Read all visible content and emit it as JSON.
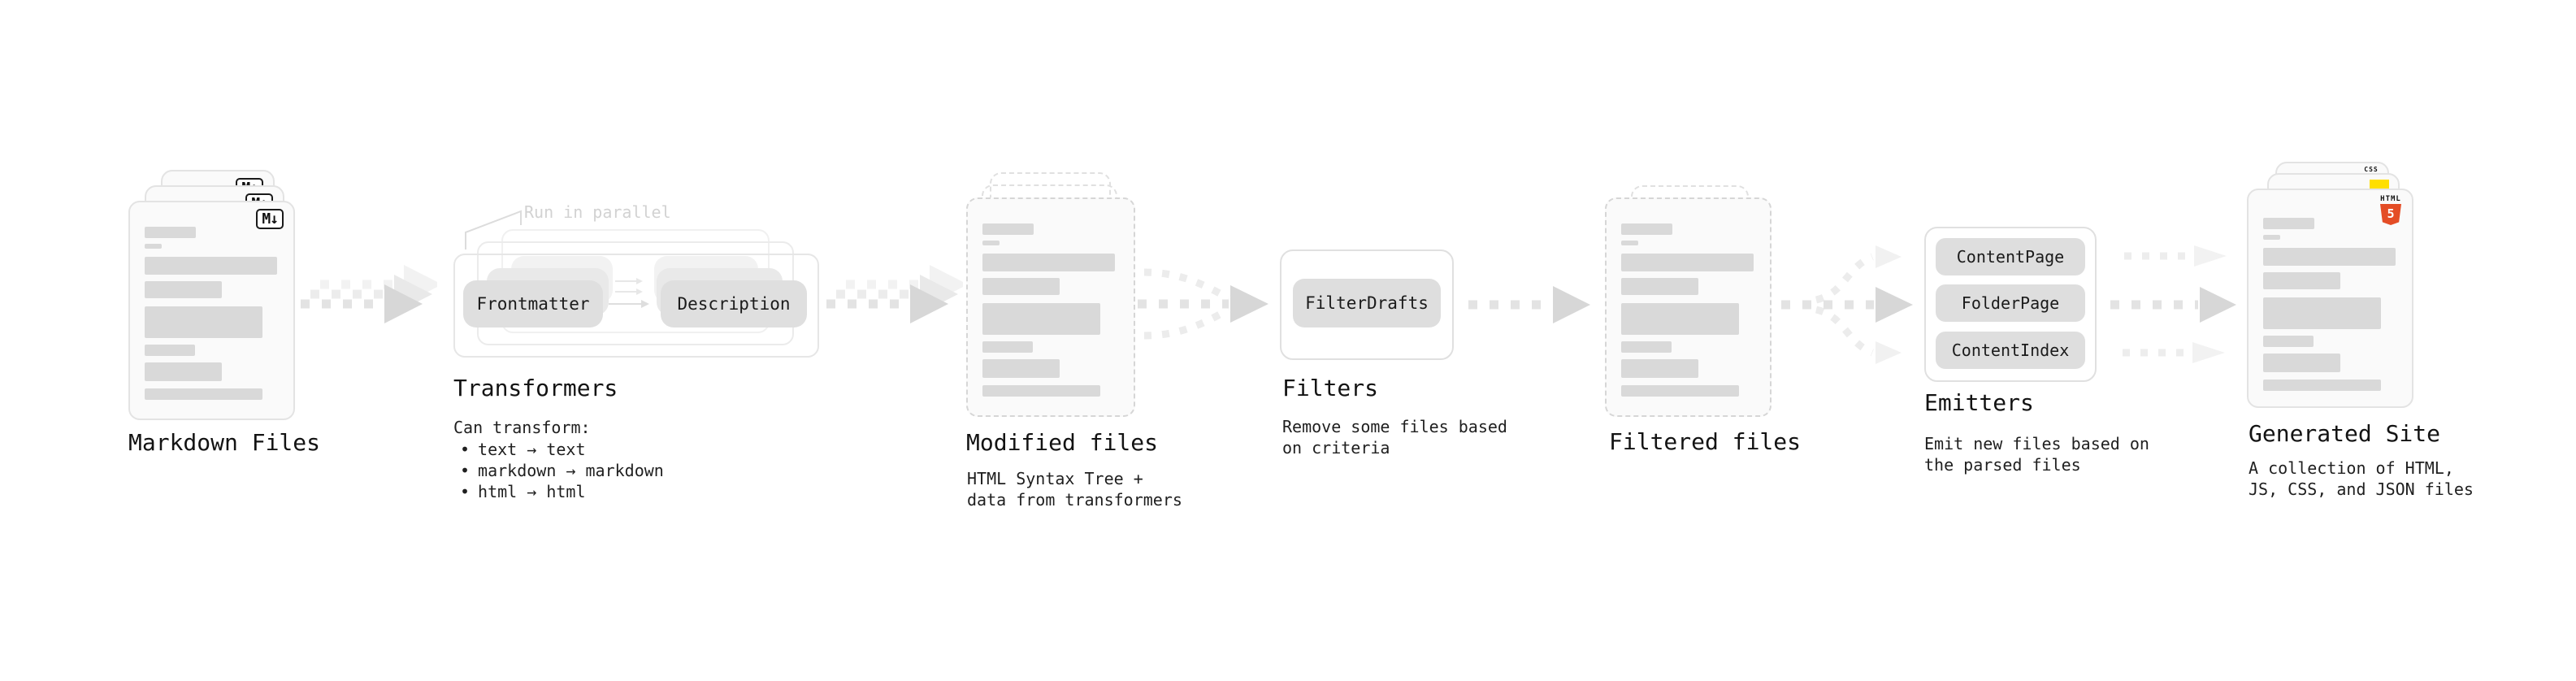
{
  "stages": {
    "markdown": {
      "label": "Markdown Files",
      "badge": "M↓"
    },
    "transformers": {
      "label": "Transformers",
      "annotation": "Run in parallel",
      "pills": [
        "Frontmatter",
        "Description"
      ],
      "caption_title": "Can transform:",
      "bullet": "•",
      "bullets": [
        "text → text",
        "markdown → markdown",
        "html → html"
      ]
    },
    "modified": {
      "label": "Modified files",
      "caption": "HTML Syntax Tree +\ndata from transformers"
    },
    "filters": {
      "label": "Filters",
      "pill": "FilterDrafts",
      "caption": "Remove some files based\non criteria"
    },
    "filtered": {
      "label": "Filtered files"
    },
    "emitters": {
      "label": "Emitters",
      "pills": [
        "ContentPage",
        "FolderPage",
        "ContentIndex"
      ],
      "caption": "Emit new files based on\nthe parsed files"
    },
    "generated": {
      "label": "Generated Site",
      "caption": "A collection of HTML,\nJS, CSS, and JSON files",
      "html5_icon": {
        "top": "HTML",
        "number": "5"
      },
      "css_icon": {
        "label": "CSS"
      }
    }
  },
  "colors": {
    "html5_orange": "#e44d26",
    "js_yellow": "#ffdf00",
    "css_blue": "#2962e9",
    "skeleton_gray": "#d9d9d9",
    "arrow_gray": "#d7d7d7"
  }
}
